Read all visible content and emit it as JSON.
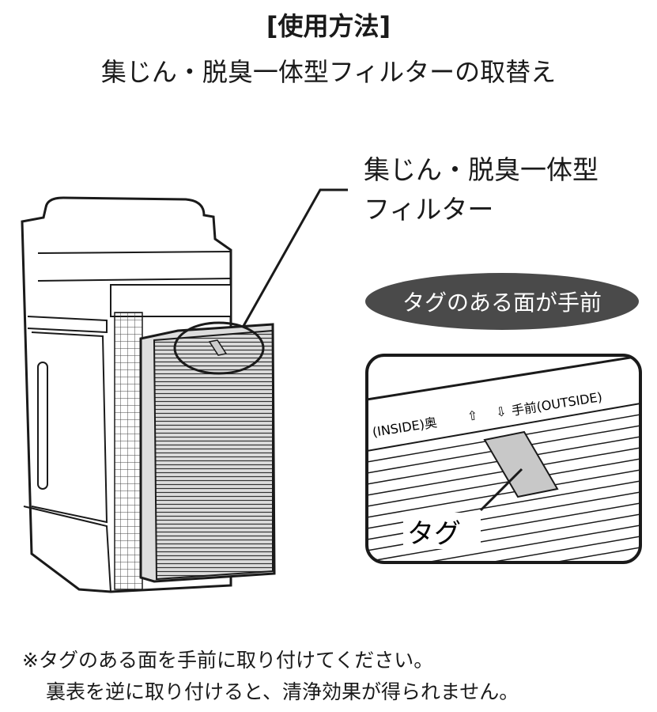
{
  "title": "[使用方法]",
  "subtitle": "集じん・脱臭一体型フィルターの取替え",
  "callout": {
    "line1": "集じん・脱臭一体型",
    "line2": "フィルター"
  },
  "badge": "タグのある面が手前",
  "detail": {
    "inside_label": "(INSIDE)奥",
    "outside_label": "手前(OUTSIDE)",
    "tag_label": "タグ"
  },
  "notes": [
    "※タグのある面を手前に取り付けてください。",
    "裏表を逆に取り付けると、清浄効果が得られません。"
  ],
  "colors": {
    "badge_bg": "#4a4a4a",
    "tag_fill": "#c8c8c8",
    "line": "#1a1a1a"
  }
}
